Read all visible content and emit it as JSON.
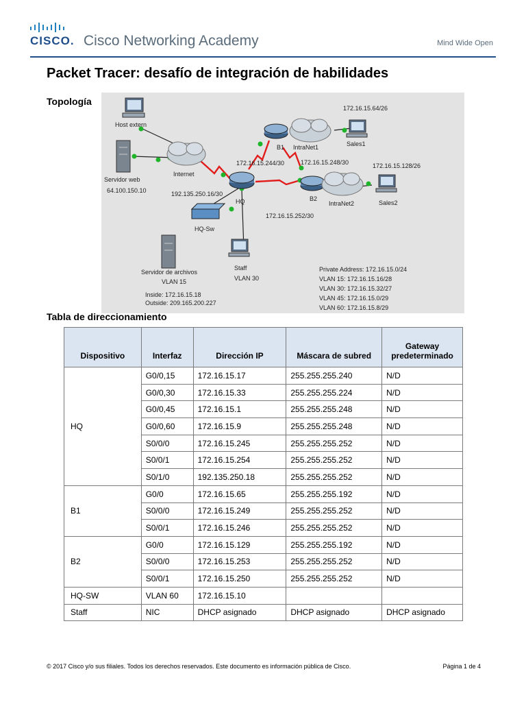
{
  "header": {
    "logo_word": "CISCO.",
    "academy": "Cisco Networking Academy",
    "tagline": "Mind Wide Open"
  },
  "title": "Packet Tracer: desafío de integración de habilidades",
  "topology_label": "Topología",
  "topology": {
    "labels": {
      "host_external": "Host extern",
      "web_server": "Servidor web",
      "web_server_ip": "64.100.150.10",
      "internet": "Internet",
      "hq": "HQ",
      "hq_sw": "HQ-Sw",
      "b1": "B1",
      "b2": "B2",
      "intranet1": "IntraNet1",
      "intranet2": "IntraNet2",
      "sales1": "Sales1",
      "sales2": "Sales2",
      "staff": "Staff",
      "staff_vlan": "VLAN 30",
      "file_server": "Servidor de archivos",
      "file_server_vlan": "VLAN 15",
      "inside": "Inside: 172.16.15.18",
      "outside": "Outside: 209.165.200.227",
      "net_b1_lan": "172.16.15.64/26",
      "net_b2_lan": "172.16.15.128/26",
      "net_hq_b1": "172.16.15.244/30",
      "net_b1_b2": "172.16.15.248/30",
      "net_hq_isp": "192.135.250.16/30",
      "net_hq_b2": "172.16.15.252/30"
    },
    "private_address": [
      "Private Address: 172.16.15.0/24",
      "VLAN 15: 172.16.15.16/28",
      "VLAN 30: 172.16.15.32/27",
      "VLAN 45: 172.16.15.0/29",
      "VLAN 60: 172.16.15.8/29"
    ]
  },
  "table_label": "Tabla de direccionamiento",
  "table": {
    "headers": [
      "Dispositivo",
      "Interfaz",
      "Dirección IP",
      "Máscara de subred",
      "Gateway predeterminado"
    ],
    "groups": [
      {
        "device": "HQ",
        "rows": [
          [
            "G0/0,15",
            "172.16.15.17",
            "255.255.255.240",
            "N/D"
          ],
          [
            "G0/0,30",
            "172.16.15.33",
            "255.255.255.224",
            "N/D"
          ],
          [
            "G0/0,45",
            "172.16.15.1",
            "255.255.255.248",
            "N/D"
          ],
          [
            "G0/0,60",
            "172.16.15.9",
            "255.255.255.248",
            "N/D"
          ],
          [
            "S0/0/0",
            "172.16.15.245",
            "255.255.255.252",
            "N/D"
          ],
          [
            "S0/0/1",
            "172.16.15.254",
            "255.255.255.252",
            "N/D"
          ],
          [
            "S0/1/0",
            "192.135.250.18",
            "255.255.255.252",
            "N/D"
          ]
        ]
      },
      {
        "device": "B1",
        "rows": [
          [
            "G0/0",
            "172.16.15.65",
            "255.255.255.192",
            "N/D"
          ],
          [
            "S0/0/0",
            "172.16.15.249",
            "255.255.255.252",
            "N/D"
          ],
          [
            "S0/0/1",
            "172.16.15.246",
            "255.255.255.252",
            "N/D"
          ]
        ]
      },
      {
        "device": "B2",
        "rows": [
          [
            "G0/0",
            "172.16.15.129",
            "255.255.255.192",
            "N/D"
          ],
          [
            "S0/0/0",
            "172.16.15.253",
            "255.255.255.252",
            "N/D"
          ],
          [
            "S0/0/1",
            "172.16.15.250",
            "255.255.255.252",
            "N/D"
          ]
        ]
      },
      {
        "device": "HQ-SW",
        "rows": [
          [
            "VLAN 60",
            "172.16.15.10",
            "",
            ""
          ]
        ]
      },
      {
        "device": "Staff",
        "rows": [
          [
            "NIC",
            "DHCP asignado",
            "DHCP asignado",
            "DHCP asignado"
          ]
        ]
      }
    ]
  },
  "footer": {
    "copyright": "© 2017 Cisco y/o sus filiales. Todos los derechos reservados. Este documento es información pública de Cisco.",
    "page": "Página 1 de 4"
  }
}
